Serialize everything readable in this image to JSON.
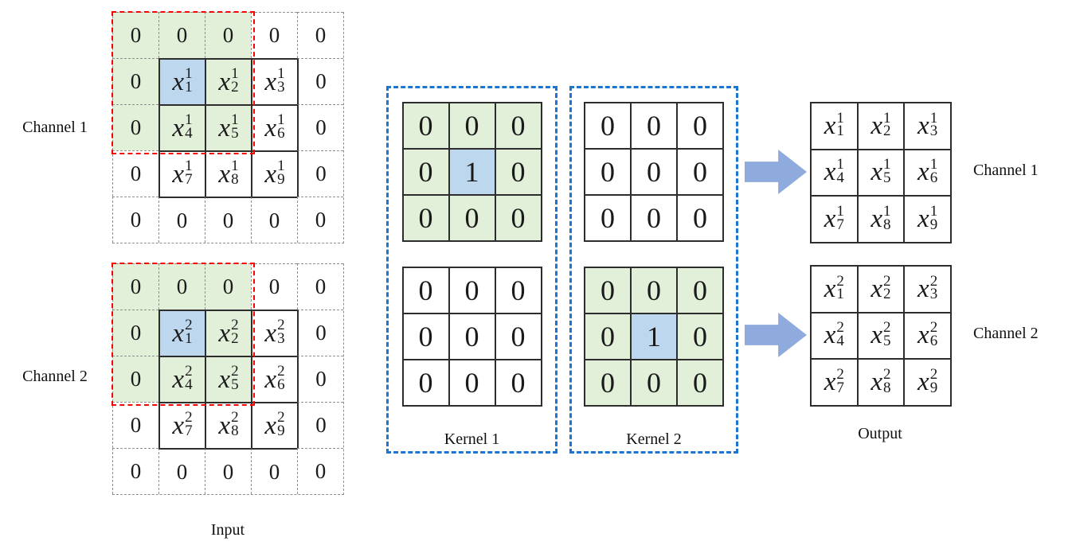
{
  "figure": {
    "description_labels": {
      "input_channel1": "Channel 1",
      "input_channel2": "Channel 2",
      "input": "Input",
      "kernel1": "Kernel 1",
      "kernel2": "Kernel 2",
      "output_channel1": "Channel 1",
      "output_channel2": "Channel 2",
      "output": "Output"
    }
  },
  "labels": {
    "input_channel1": "Channel 1",
    "input_channel2": "Channel 2",
    "input": "Input",
    "kernel1": "Kernel 1",
    "kernel2": "Kernel 2",
    "output_channel1": "Channel 1",
    "output_channel2": "Channel 2",
    "output": "Output"
  },
  "colors": {
    "green_fill": "#e2efd9",
    "blue_fill": "#bdd7ee",
    "white_fill": "#ffffff",
    "red_dashed_border": "#ff0000",
    "blue_dashed_border": "#1b75d1",
    "arrow_fill": "#8faadc",
    "solid_grid_line": "#2d2d2d",
    "dashed_grid_line": "#8f8f8f"
  },
  "grids": {
    "input_channel1": {
      "border_type": "input",
      "cells": [
        [
          "0",
          "0",
          "0",
          "0",
          "0"
        ],
        [
          "0",
          "x:1:1",
          "x:1:2",
          "x:1:3",
          "0"
        ],
        [
          "0",
          "x:1:4",
          "x:1:5",
          "x:1:6",
          "0"
        ],
        [
          "0",
          "x:1:7",
          "x:1:8",
          "x:1:9",
          "0"
        ],
        [
          "0",
          "0",
          "0",
          "0",
          "0"
        ]
      ],
      "fills": [
        [
          "g",
          "g",
          "g",
          "w",
          "w"
        ],
        [
          "g",
          "b",
          "g",
          "w",
          "w"
        ],
        [
          "g",
          "g",
          "g",
          "w",
          "w"
        ],
        [
          "w",
          "w",
          "w",
          "w",
          "w"
        ],
        [
          "w",
          "w",
          "w",
          "w",
          "w"
        ]
      ]
    },
    "input_channel2": {
      "border_type": "input",
      "cells": [
        [
          "0",
          "0",
          "0",
          "0",
          "0"
        ],
        [
          "0",
          "x:2:1",
          "x:2:2",
          "x:2:3",
          "0"
        ],
        [
          "0",
          "x:2:4",
          "x:2:5",
          "x:2:6",
          "0"
        ],
        [
          "0",
          "x:2:7",
          "x:2:8",
          "x:2:9",
          "0"
        ],
        [
          "0",
          "0",
          "0",
          "0",
          "0"
        ]
      ],
      "fills": [
        [
          "g",
          "g",
          "g",
          "w",
          "w"
        ],
        [
          "g",
          "b",
          "g",
          "w",
          "w"
        ],
        [
          "g",
          "g",
          "g",
          "w",
          "w"
        ],
        [
          "w",
          "w",
          "w",
          "w",
          "w"
        ],
        [
          "w",
          "w",
          "w",
          "w",
          "w"
        ]
      ]
    },
    "kernel1_top": {
      "border_type": "solid",
      "cells": [
        [
          "0",
          "0",
          "0"
        ],
        [
          "0",
          "1",
          "0"
        ],
        [
          "0",
          "0",
          "0"
        ]
      ],
      "fills": [
        [
          "g",
          "g",
          "g"
        ],
        [
          "g",
          "b",
          "g"
        ],
        [
          "g",
          "g",
          "g"
        ]
      ]
    },
    "kernel1_bottom": {
      "border_type": "solid",
      "cells": [
        [
          "0",
          "0",
          "0"
        ],
        [
          "0",
          "0",
          "0"
        ],
        [
          "0",
          "0",
          "0"
        ]
      ],
      "fills": [
        [
          "w",
          "w",
          "w"
        ],
        [
          "w",
          "w",
          "w"
        ],
        [
          "w",
          "w",
          "w"
        ]
      ]
    },
    "kernel2_top": {
      "border_type": "solid",
      "cells": [
        [
          "0",
          "0",
          "0"
        ],
        [
          "0",
          "0",
          "0"
        ],
        [
          "0",
          "0",
          "0"
        ]
      ],
      "fills": [
        [
          "w",
          "w",
          "w"
        ],
        [
          "w",
          "w",
          "w"
        ],
        [
          "w",
          "w",
          "w"
        ]
      ]
    },
    "kernel2_bottom": {
      "border_type": "solid",
      "cells": [
        [
          "0",
          "0",
          "0"
        ],
        [
          "0",
          "1",
          "0"
        ],
        [
          "0",
          "0",
          "0"
        ]
      ],
      "fills": [
        [
          "g",
          "g",
          "g"
        ],
        [
          "g",
          "b",
          "g"
        ],
        [
          "g",
          "g",
          "g"
        ]
      ]
    },
    "output_channel1": {
      "border_type": "solid",
      "cells": [
        [
          "x:1:1",
          "x:1:2",
          "x:1:3"
        ],
        [
          "x:1:4",
          "x:1:5",
          "x:1:6"
        ],
        [
          "x:1:7",
          "x:1:8",
          "x:1:9"
        ]
      ],
      "fills": [
        [
          "w",
          "w",
          "w"
        ],
        [
          "w",
          "w",
          "w"
        ],
        [
          "w",
          "w",
          "w"
        ]
      ]
    },
    "output_channel2": {
      "border_type": "solid",
      "cells": [
        [
          "x:2:1",
          "x:2:2",
          "x:2:3"
        ],
        [
          "x:2:4",
          "x:2:5",
          "x:2:6"
        ],
        [
          "x:2:7",
          "x:2:8",
          "x:2:9"
        ]
      ],
      "fills": [
        [
          "w",
          "w",
          "w"
        ],
        [
          "w",
          "w",
          "w"
        ],
        [
          "w",
          "w",
          "w"
        ]
      ]
    }
  }
}
